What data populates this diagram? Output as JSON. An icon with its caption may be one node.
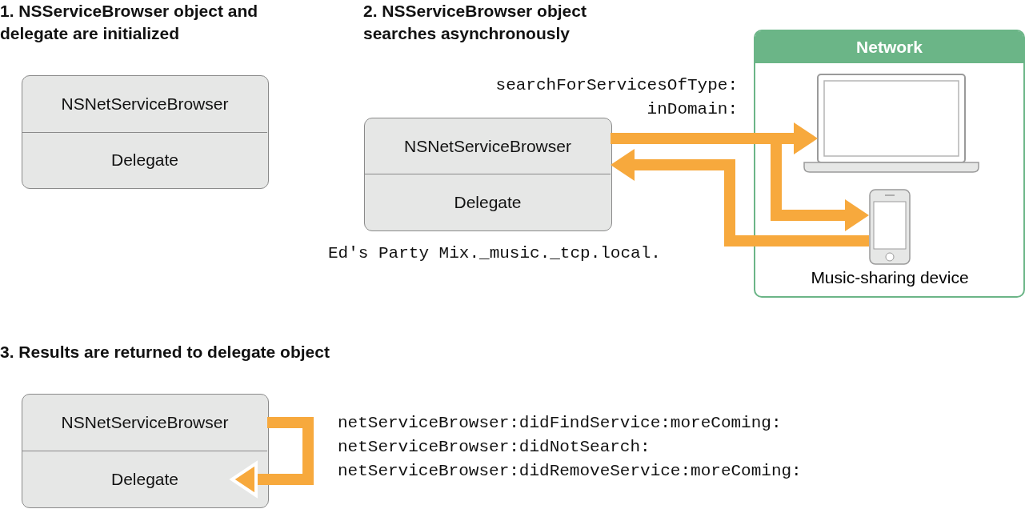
{
  "diagram": {
    "nodes": [
      {
        "text": [],
        "shape": "box"
      },
      {
        "text": [
          "NSNetServiceBrowser"
        ],
        "in": 0
      },
      {
        "text": [
          "Delegate"
        ],
        "in": 0
      },
      {
        "text": [],
        "shape": "box"
      },
      {
        "text": [
          "NSNetServiceBrowser"
        ],
        "in": 3
      },
      {
        "text": [
          "Delegate"
        ],
        "in": 3
      },
      {
        "text": [
          "Network"
        ]
      },
      {
        "text": [],
        "shape": "picture",
        "in": 6
      },
      {
        "text": [],
        "shape": "picture",
        "in": 6,
        "beside": [
          "Music-sharing device"
        ]
      },
      {
        "text": [],
        "shape": "box"
      },
      {
        "text": [
          "NSNetServiceBrowser"
        ],
        "in": 9
      },
      {
        "text": [
          "Delegate"
        ],
        "in": 9
      }
    ],
    "edges": [
      {
        "from": 4,
        "to": 7,
        "arrow": "to",
        "label": "searchForServicesOfType: inDomain:"
      },
      {
        "from": 4,
        "to": 8,
        "arrow": "to"
      },
      {
        "from": 8,
        "to": 4,
        "arrow": "to",
        "label": "Ed's Party Mix._music._tcp.local."
      },
      {
        "from": 10,
        "to": 11,
        "arrow": "to"
      }
    ],
    "labels": [
      "1. NSServiceBrowser object and delegate are initialized",
      "2. NSServiceBrowser object searches asynchronously",
      "3. Results are returned to delegate object",
      "netServiceBrowser:didFindService:moreComing:",
      "netServiceBrowser:didNotSearch:",
      "netServiceBrowser:didRemoveService:moreComing:"
    ]
  }
}
